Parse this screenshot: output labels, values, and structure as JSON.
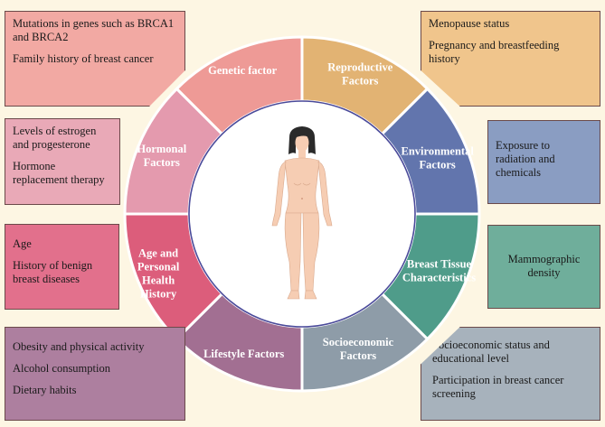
{
  "segments": [
    {
      "id": "genetic",
      "lines": [
        "Genetic factor"
      ],
      "color": "#ee9a96"
    },
    {
      "id": "reproductive",
      "lines": [
        "Reproductive",
        "Factors"
      ],
      "color": "#e2b373"
    },
    {
      "id": "environmental",
      "lines": [
        "Environmental",
        "Factors"
      ],
      "color": "#6275ad"
    },
    {
      "id": "breast-tissue",
      "lines": [
        "Breast Tissue",
        "Characteristics"
      ],
      "color": "#4f9c8a"
    },
    {
      "id": "socioeconomic",
      "lines": [
        "Socioeconomic",
        "Factors"
      ],
      "color": "#8e9ca8"
    },
    {
      "id": "lifestyle",
      "lines": [
        "Lifestyle Factors"
      ],
      "color": "#a26f92"
    },
    {
      "id": "age",
      "lines": [
        "Age and",
        "Personal",
        "Health",
        "History"
      ],
      "color": "#dc5d7b"
    },
    {
      "id": "hormonal",
      "lines": [
        "Hormonal",
        "Factors"
      ],
      "color": "#e49aae"
    }
  ],
  "boxes": {
    "genetic": {
      "items": [
        "Mutations in genes such as BRCA1 and BRCA2",
        "Family history of breast cancer"
      ],
      "color": "#f2a9a3"
    },
    "reproductive": {
      "items": [
        "Menopause status",
        "Pregnancy and breastfeeding history"
      ],
      "color": "#f0c58c"
    },
    "hormonal": {
      "items": [
        "Levels of estrogen and progesterone",
        "Hormone replacement therapy"
      ],
      "color": "#e9a9b7"
    },
    "environmental": {
      "items": [
        "Exposure to radiation and chemicals"
      ],
      "color": "#8a9dc2"
    },
    "age": {
      "items": [
        "Age",
        "History of benign breast diseases"
      ],
      "color": "#e2708c"
    },
    "breast-tissue": {
      "items": [
        "Mammographic density"
      ],
      "color": "#6fae9b"
    },
    "lifestyle": {
      "items": [
        "Obesity and physical activity",
        "Alcohol consumption",
        "Dietary habits"
      ],
      "color": "#ad7f9f"
    },
    "socioeconomic": {
      "items": [
        "Socioeconomic status and educational level",
        "Participation in breast cancer screening"
      ],
      "color": "#a7b2bc"
    }
  },
  "colors": {
    "background": "#fdf6e3",
    "center": "#ffffff",
    "skin": "#f6cdb3",
    "hair": "#2a2a2a",
    "outline": "#6b4a4a"
  }
}
